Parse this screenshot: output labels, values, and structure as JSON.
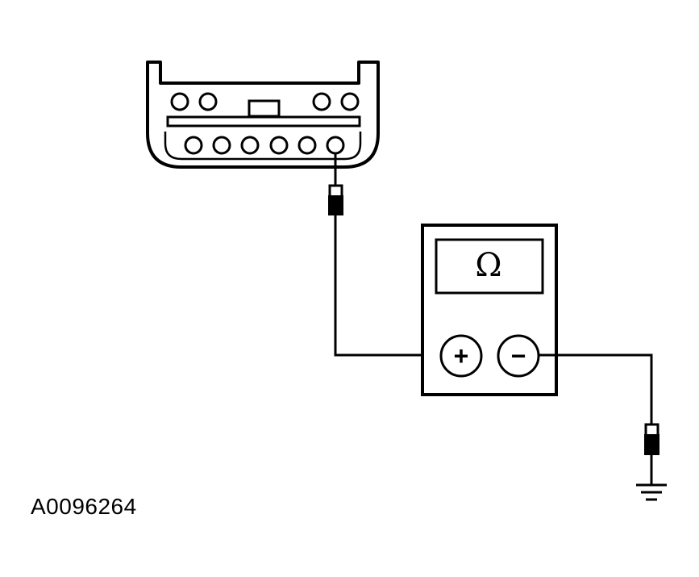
{
  "figure": {
    "reference_id": "A0096264"
  },
  "meter": {
    "display_symbol": "Ω",
    "positive_label": "+",
    "negative_label": "−"
  },
  "connector": {
    "upper_pin_count": 4,
    "lower_pin_count": 6,
    "probed_pin_index": 6
  },
  "icons": {
    "ground": "ground-icon",
    "probe": "probe-tip-icon"
  },
  "colors": {
    "line": "#000000",
    "background": "#ffffff"
  }
}
